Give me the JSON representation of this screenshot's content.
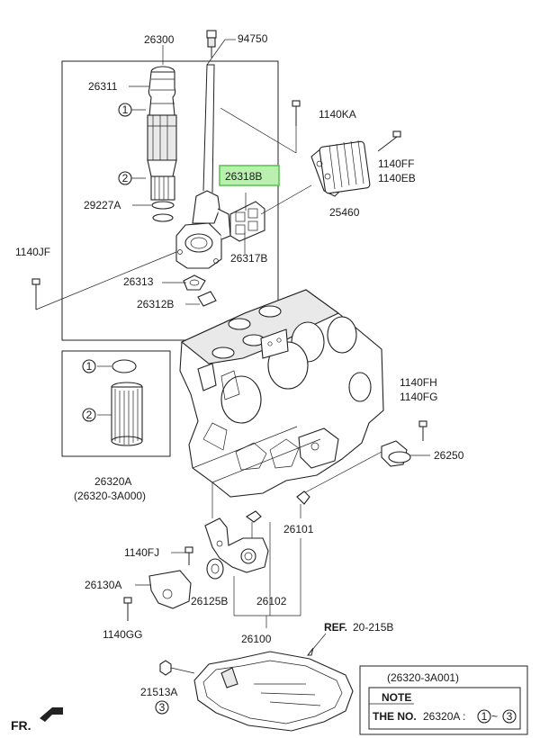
{
  "parts": {
    "p26300": "26300",
    "p94750": "94750",
    "p26311": "26311",
    "p1140KA": "1140KA",
    "p26318B": "26318B",
    "p1140FF": "1140FF",
    "p1140EB": "1140EB",
    "p29227A": "29227A",
    "p25460": "25460",
    "p1140JF": "1140JF",
    "p26317B": "26317B",
    "p26313": "26313",
    "p26312B": "26312B",
    "p1140FH": "1140FH",
    "p1140FG": "1140FG",
    "p26320A": "26320A",
    "p26320A_sub": "(26320-3A000)",
    "p26250": "26250",
    "p26101": "26101",
    "p1140FJ": "1140FJ",
    "p26130A": "26130A",
    "p26125B": "26125B",
    "p26102": "26102",
    "p1140GG": "1140GG",
    "p26100": "26100",
    "p21513A": "21513A"
  },
  "callouts": {
    "c1": "1",
    "c2": "2",
    "c3": "3"
  },
  "ref": {
    "label": "REF.",
    "value": "20-215B"
  },
  "note_box": {
    "header": "(26320-3A001)",
    "title": "NOTE",
    "prefix": "THE NO.",
    "part": "26320A :",
    "from": "1",
    "tilde": "~",
    "to": "3"
  },
  "front": "FR.",
  "colors": {
    "highlight_fill": "#b9f0b0",
    "highlight_border": "#55c24a"
  }
}
